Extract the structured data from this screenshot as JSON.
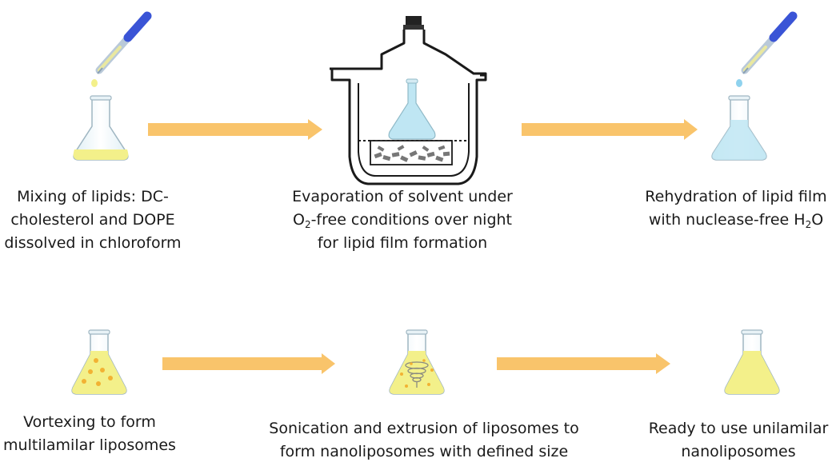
{
  "steps": {
    "mixing": {
      "line1": "Mixing of lipids: DC-",
      "line2": "cholesterol and DOPE",
      "line3": "dissolved in chloroform"
    },
    "evaporation": {
      "line1": "Evaporation of solvent under",
      "line2_prefix": "O",
      "line2_sub": "2",
      "line2_suffix": "-free conditions over night",
      "line3": "for lipid film formation"
    },
    "rehydration": {
      "line1": "Rehydration of lipid film",
      "line2_prefix": "with nuclease-free H",
      "line2_sub": "2",
      "line2_suffix": "O"
    },
    "vortexing": {
      "line1": "Vortexing to form",
      "line2": "multilamilar liposomes"
    },
    "sonication": {
      "line1": "Sonication and extrusion of liposomes to",
      "line2": "form nanoliposomes with defined size"
    },
    "ready": {
      "line1": "Ready to use unilamilar",
      "line2": "nanoliposomes"
    }
  },
  "colors": {
    "arrow": "#f9c46b",
    "lipid_solution": "#f3f08a",
    "water": "#bfe6f3",
    "pipette": "#3a54d6",
    "liposome": "#f2b233"
  }
}
